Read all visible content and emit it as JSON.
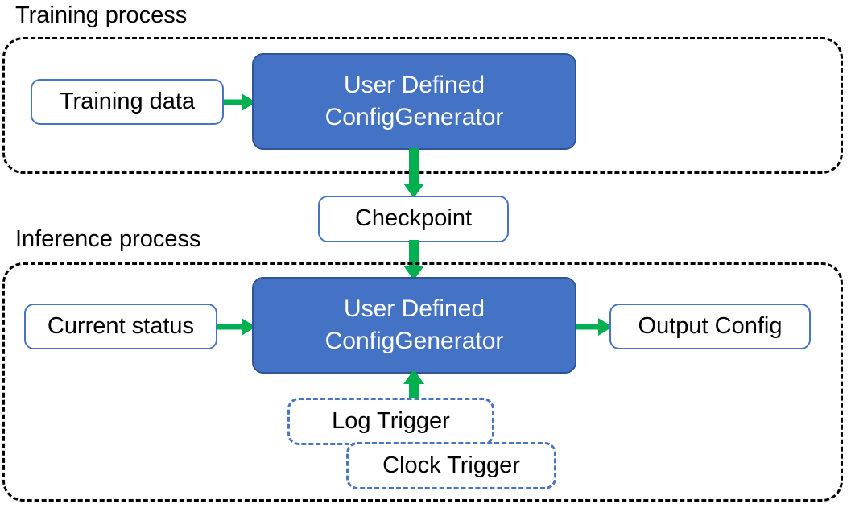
{
  "diagram": {
    "title_training": "Training process",
    "title_inference": "Inference process",
    "colors": {
      "process_fill": "#4472C4",
      "process_stroke": "#2F5597",
      "node_stroke": "#4775C4",
      "arrow": "#00B050",
      "container_stroke": "#000000",
      "node_fill": "#FFFFFF",
      "process_text": "#FFFFFF",
      "node_text": "#000000"
    },
    "training": {
      "label": "Training process",
      "nodes": {
        "training_data": "Training data",
        "generator_line1": "User Defined",
        "generator_line2": "ConfigGenerator"
      }
    },
    "bridge": {
      "checkpoint": "Checkpoint"
    },
    "inference": {
      "label": "Inference process",
      "nodes": {
        "current_status": "Current status",
        "generator_line1": "User Defined",
        "generator_line2": "ConfigGenerator",
        "output_config": "Output Config",
        "log_trigger": "Log Trigger",
        "clock_trigger": "Clock Trigger"
      }
    },
    "arrows": [
      {
        "name": "training-data-to-generator",
        "direction": "right"
      },
      {
        "name": "generator-to-checkpoint",
        "direction": "down"
      },
      {
        "name": "checkpoint-to-generator",
        "direction": "down"
      },
      {
        "name": "current-status-to-generator",
        "direction": "right"
      },
      {
        "name": "generator-to-output-config",
        "direction": "right"
      },
      {
        "name": "trigger-to-generator",
        "direction": "up"
      }
    ]
  }
}
